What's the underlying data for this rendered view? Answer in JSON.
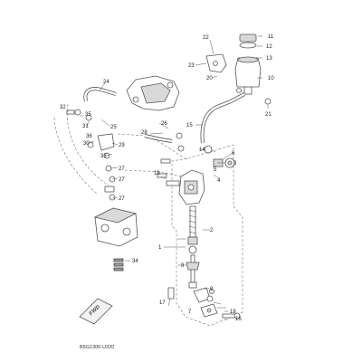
{
  "diagram": {
    "callouts": [
      {
        "id": "c1",
        "text": "1"
      },
      {
        "id": "c2",
        "text": "2"
      },
      {
        "id": "c3",
        "text": "3"
      },
      {
        "id": "c4",
        "text": "4"
      },
      {
        "id": "c5",
        "text": "5"
      },
      {
        "id": "c6",
        "text": "6"
      },
      {
        "id": "c7",
        "text": "7"
      },
      {
        "id": "c8",
        "text": "8"
      },
      {
        "id": "c9",
        "text": "9"
      },
      {
        "id": "c10",
        "text": "10"
      },
      {
        "id": "c11",
        "text": "11"
      },
      {
        "id": "c12",
        "text": "12"
      },
      {
        "id": "c13",
        "text": "13"
      },
      {
        "id": "c14",
        "text": "14"
      },
      {
        "id": "c15",
        "text": "15"
      },
      {
        "id": "c16",
        "text": "16"
      },
      {
        "id": "c17",
        "text": "17"
      },
      {
        "id": "c18",
        "text": "18"
      },
      {
        "id": "c19",
        "text": "19"
      },
      {
        "id": "c20",
        "text": "20"
      },
      {
        "id": "c21",
        "text": "21"
      },
      {
        "id": "c22",
        "text": "22"
      },
      {
        "id": "c23",
        "text": "23"
      },
      {
        "id": "c24",
        "text": "24"
      },
      {
        "id": "c25",
        "text": "25"
      },
      {
        "id": "c26",
        "text": "26"
      },
      {
        "id": "c27a",
        "text": "27"
      },
      {
        "id": "c27b",
        "text": "27"
      },
      {
        "id": "c27c",
        "text": "27"
      },
      {
        "id": "c28",
        "text": "28"
      },
      {
        "id": "c29",
        "text": "29"
      },
      {
        "id": "c30",
        "text": "30"
      },
      {
        "id": "c31",
        "text": "31"
      },
      {
        "id": "c32",
        "text": "32"
      },
      {
        "id": "c33",
        "text": "33"
      },
      {
        "id": "c34",
        "text": "34"
      },
      {
        "id": "c35",
        "text": "35"
      },
      {
        "id": "c36",
        "text": "36"
      }
    ],
    "fwd_label": "FWD",
    "diagram_code": "B5G1300-U320"
  }
}
